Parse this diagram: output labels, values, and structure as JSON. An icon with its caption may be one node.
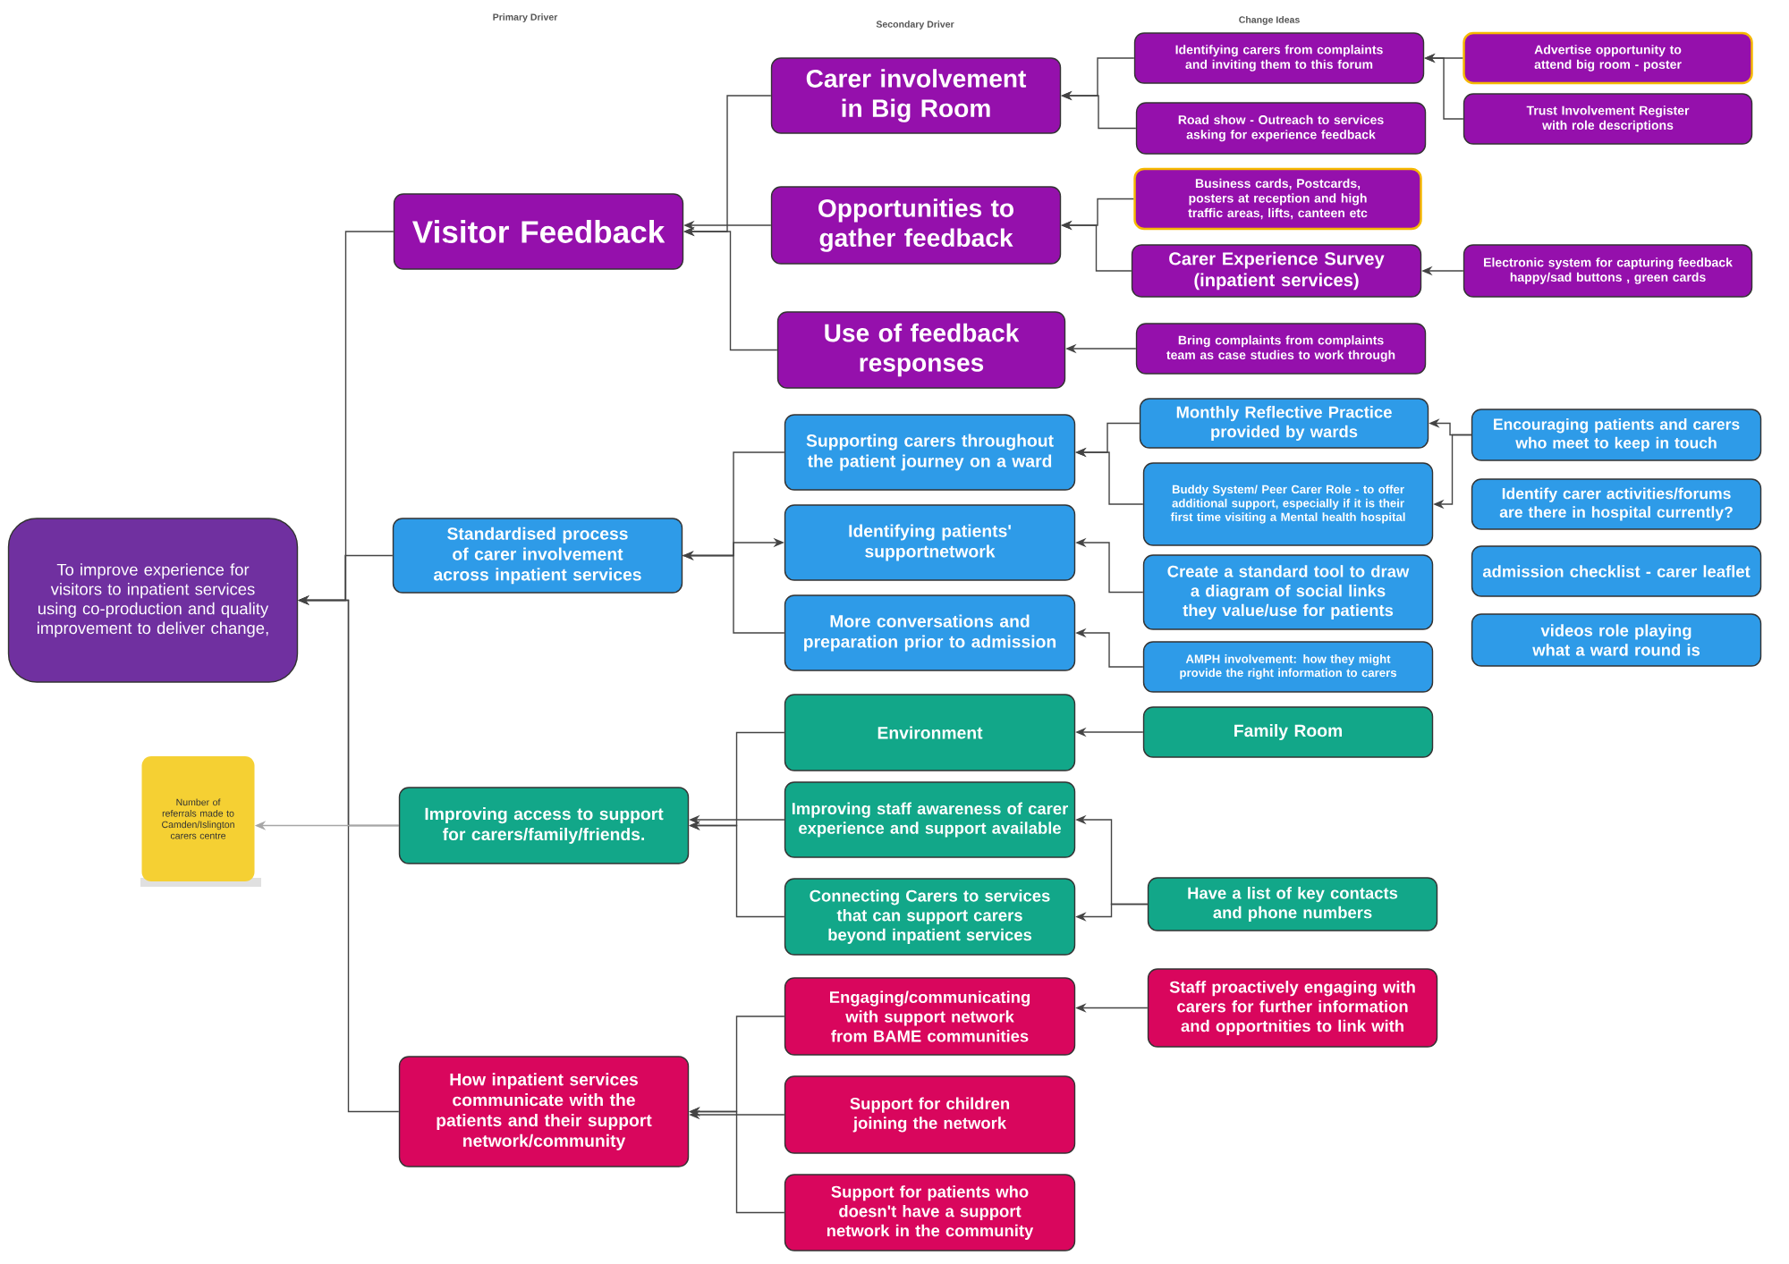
{
  "diagram": {
    "nodes": [
      {
        "text": [
          "To improve experience for visitors to inpatient services using co-production and quality improvement to deliver change,"
        ]
      },
      {
        "text": [
          "Visitor Feedback"
        ]
      },
      {
        "text": [
          "Carer involvement in Big Room"
        ]
      },
      {
        "text": [
          "Opportunities to gather feedback"
        ]
      },
      {
        "text": [
          "Use of feedback responses"
        ]
      },
      {
        "text": [
          "Identifying carers from complaints and inviting them to this forum"
        ]
      },
      {
        "text": [
          "Road show - Outreach to services asking for experience feedback"
        ]
      },
      {
        "text": [
          "Advertise opportunity to attend big room - poster"
        ]
      },
      {
        "text": [
          "Trust Involvement Register with role descriptions"
        ]
      },
      {
        "text": [
          "Business cards, Postcards, posters at reception and high traffic areas, lifts, canteen etc"
        ]
      },
      {
        "text": [
          "Carer Experience Survey (inpatient services)"
        ]
      },
      {
        "text": [
          "Electronic system for capturing feedback happy/sad buttons , green cards"
        ]
      },
      {
        "text": [
          "Bring complaints from complaints team as case studies to work through"
        ]
      },
      {
        "text": [
          "Standardised process of carer involvement across inpatient services"
        ]
      },
      {
        "text": [
          "Supporting carers throughout the patient journey on a ward"
        ]
      },
      {
        "text": [
          "Identifying patients' supportnetwork"
        ]
      },
      {
        "text": [
          "More conversations and preparation prior to admission"
        ]
      },
      {
        "text": [
          "Monthly Reflective Practice provided by wards"
        ]
      },
      {
        "text": [
          "Buddy System/ Peer Carer Role - to offer additional support, especially if it is their first time visiting a Mental health hospital"
        ]
      },
      {
        "text": [
          "Create a standard tool to draw a diagram of social links they value/use  for patients"
        ]
      },
      {
        "text": [
          "AMPH involvement: how they might provide the right information to carers"
        ]
      },
      {
        "text": [
          "Encouraging patients and carers who meet to keep in touch"
        ]
      },
      {
        "text": [
          "Identify carer activities/forums are there in hospital currently?"
        ]
      },
      {
        "text": [
          "admission checklist - carer leaflet"
        ]
      },
      {
        "text": [
          "videos role playing what a ward round is"
        ]
      },
      {
        "text": [
          "Improving access to support for carers/family/friends."
        ]
      },
      {
        "text": [
          "Environment"
        ]
      },
      {
        "text": [
          "Improving staff awareness of carer experience and support available"
        ]
      },
      {
        "text": [
          "Connecting Carers to services that can support carers beyond inpatient services"
        ]
      },
      {
        "text": [
          "Family Room"
        ]
      },
      {
        "text": [
          "Have a list of key contacts and phone numbers"
        ]
      },
      {
        "text": [
          "How inpatient services communicate with the patients and their support network/community"
        ]
      },
      {
        "text": [
          "Engaging/communicating  with support network from BAME communities"
        ]
      },
      {
        "text": [
          "Support for children joining the network"
        ]
      },
      {
        "text": [
          "Support for patients who doesn't have a support network in the community"
        ]
      },
      {
        "text": [
          "Staff proactively engaging with carers for further information and opportnities to link with"
        ]
      },
      {
        "text": [
          "Number of referrals made to Camden/Islington carers centre"
        ]
      }
    ],
    "edges": [
      {
        "from": 1,
        "to": 0,
        "arrow": "to"
      },
      {
        "from": 13,
        "to": 0,
        "arrow": "to"
      },
      {
        "from": 25,
        "to": 0,
        "arrow": "to"
      },
      {
        "from": 31,
        "to": 0,
        "arrow": "to"
      },
      {
        "from": 2,
        "to": 1,
        "arrow": "to"
      },
      {
        "from": 3,
        "to": 1,
        "arrow": "to"
      },
      {
        "from": 4,
        "to": 1,
        "arrow": "to"
      },
      {
        "from": 5,
        "to": 2,
        "arrow": "to"
      },
      {
        "from": 6,
        "to": 2,
        "arrow": "to"
      },
      {
        "from": 7,
        "to": 5,
        "arrow": "to"
      },
      {
        "from": 8,
        "to": 5,
        "arrow": "to"
      },
      {
        "from": 9,
        "to": 3,
        "arrow": "to"
      },
      {
        "from": 10,
        "to": 3,
        "arrow": "to"
      },
      {
        "from": 11,
        "to": 10,
        "arrow": "to"
      },
      {
        "from": 12,
        "to": 4,
        "arrow": "to"
      },
      {
        "from": 14,
        "to": 13,
        "arrow": "to"
      },
      {
        "from": 13,
        "to": 15,
        "arrow": "to"
      },
      {
        "from": 16,
        "to": 13,
        "arrow": "to"
      },
      {
        "from": 17,
        "to": 14,
        "arrow": "to"
      },
      {
        "from": 18,
        "to": 14,
        "arrow": "to"
      },
      {
        "from": 19,
        "to": 15,
        "arrow": "to"
      },
      {
        "from": 20,
        "to": 16,
        "arrow": "to"
      },
      {
        "from": 21,
        "to": 17,
        "arrow": "to"
      },
      {
        "from": 21,
        "to": 18,
        "arrow": "to"
      },
      {
        "from": 26,
        "to": 25,
        "arrow": "to"
      },
      {
        "from": 27,
        "to": 25,
        "arrow": "to"
      },
      {
        "from": 28,
        "to": 25,
        "arrow": "to"
      },
      {
        "from": 29,
        "to": 26,
        "arrow": "to"
      },
      {
        "from": 30,
        "to": 27,
        "arrow": "to"
      },
      {
        "from": 30,
        "to": 28,
        "arrow": "to"
      },
      {
        "from": 35,
        "to": 32,
        "arrow": "to"
      },
      {
        "from": 32,
        "to": 31,
        "arrow": "to"
      },
      {
        "from": 33,
        "to": 31,
        "arrow": "to"
      },
      {
        "from": 34,
        "to": 31,
        "arrow": "to"
      },
      {
        "from": 25,
        "to": 36,
        "arrow": "to",
        "color": "#a6a6a6"
      }
    ],
    "labels": [
      "Primary Driver",
      "Secondary Driver",
      "Change Ideas"
    ]
  }
}
